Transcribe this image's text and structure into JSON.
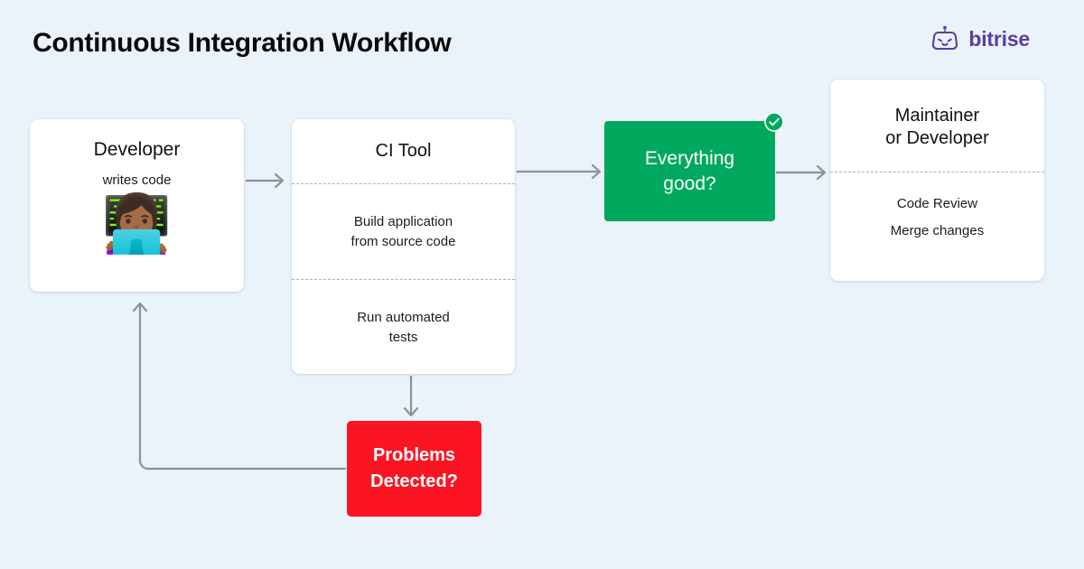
{
  "header": {
    "title": "Continuous Integration Workflow",
    "brand_name": "bitrise",
    "brand_icon": "bitrise-robot-icon",
    "brand_color": "#5a3f9e"
  },
  "canvas": {
    "background_color": "#eaf2fa"
  },
  "nodes": {
    "developer": {
      "title": "Developer",
      "subtitle": "writes code",
      "avatar_icon": "woman-technologist-emoji",
      "avatar_glyph": "👩🏾‍💻"
    },
    "ci_tool": {
      "title": "CI Tool",
      "steps": [
        "Build application\nfrom source code",
        "Run automated\ntests"
      ],
      "step_1_line_1": "Build application",
      "step_1_line_2": "from source code",
      "step_2_line_1": "Run automated",
      "step_2_line_2": "tests"
    },
    "everything_good": {
      "line_1": "Everything",
      "line_2": "good?",
      "color": "#00a95d",
      "badge_icon": "check-circle-icon"
    },
    "maintainer": {
      "title_line_1": "Maintainer",
      "title_line_2": "or Developer",
      "actions": [
        "Code Review",
        "Merge changes"
      ]
    },
    "problems": {
      "line_1": "Problems",
      "line_2": "Detected?",
      "color": "#fb1522"
    }
  },
  "connectors": {
    "color": "#8d9297",
    "edges": [
      {
        "from": "developer",
        "to": "ci_tool",
        "type": "arrow-right"
      },
      {
        "from": "ci_tool",
        "to": "everything_good",
        "type": "arrow-right"
      },
      {
        "from": "everything_good",
        "to": "maintainer",
        "type": "arrow-right"
      },
      {
        "from": "ci_tool",
        "to": "problems",
        "type": "arrow-down"
      },
      {
        "from": "problems",
        "to": "developer",
        "type": "feedback-loop-up"
      }
    ]
  }
}
